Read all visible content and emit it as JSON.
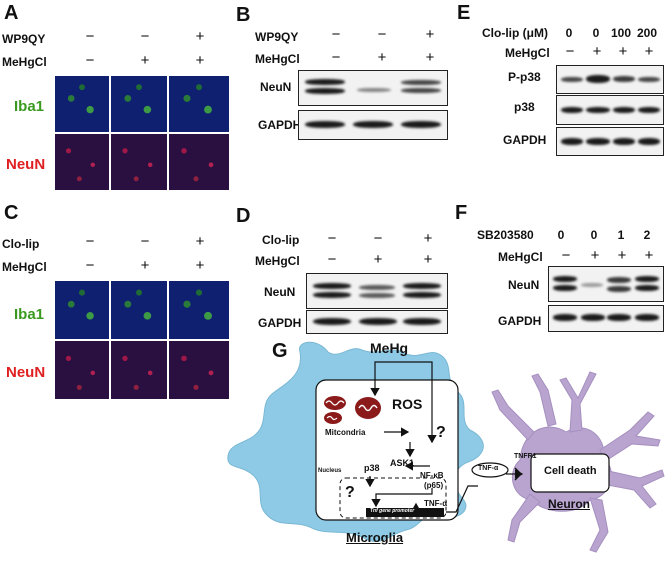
{
  "panels": {
    "A": {
      "label": "A",
      "rows": [
        {
          "name": "WP9QY",
          "signs": [
            "−",
            "−",
            "+"
          ]
        },
        {
          "name": "MeHgCl",
          "signs": [
            "−",
            "+",
            "+"
          ]
        }
      ],
      "image_rows": [
        "Iba1",
        "NeuN"
      ]
    },
    "B": {
      "label": "B",
      "rows": [
        {
          "name": "WP9QY",
          "signs": [
            "−",
            "−",
            "+"
          ]
        },
        {
          "name": "MeHgCl",
          "signs": [
            "−",
            "+",
            "+"
          ]
        }
      ],
      "blots": [
        "NeuN",
        "GAPDH"
      ]
    },
    "C": {
      "label": "C",
      "rows": [
        {
          "name": "Clo-lip",
          "signs": [
            "−",
            "−",
            "+"
          ]
        },
        {
          "name": "MeHgCl",
          "signs": [
            "−",
            "+",
            "+"
          ]
        }
      ],
      "image_rows": [
        "Iba1",
        "NeuN"
      ]
    },
    "D": {
      "label": "D",
      "rows": [
        {
          "name": "Clo-lip",
          "signs": [
            "−",
            "−",
            "+"
          ]
        },
        {
          "name": "MeHgCl",
          "signs": [
            "−",
            "+",
            "+"
          ]
        }
      ],
      "blots": [
        "NeuN",
        "GAPDH"
      ]
    },
    "E": {
      "label": "E",
      "rows": [
        {
          "name": "Clo-lip (μM)",
          "signs": [
            "0",
            "0",
            "100",
            "200"
          ]
        },
        {
          "name": "MeHgCl",
          "signs": [
            "−",
            "+",
            "+",
            "+"
          ]
        }
      ],
      "blots": [
        "P-p38",
        "p38",
        "GAPDH"
      ]
    },
    "F": {
      "label": "F",
      "rows": [
        {
          "name": "SB203580",
          "signs": [
            "0",
            "0",
            "1",
            "2"
          ]
        },
        {
          "name": "MeHgCl",
          "signs": [
            "−",
            "+",
            "+",
            "+"
          ]
        }
      ],
      "blots": [
        "NeuN",
        "GAPDH"
      ]
    },
    "G": {
      "label": "G",
      "mehg": "MeHg",
      "mitochondria": "Mitcondria",
      "ros": "ROS",
      "q1": "?",
      "q2": "?",
      "ask1": "ASK1",
      "p38": "p38",
      "nfkb1": "NF-κB",
      "nfkb2": "(p65)",
      "nucleus": "Nucleus",
      "promoter": "Tnf gene promoter",
      "tnf_inner": "TNF-α",
      "tnf_out": "TNF-α",
      "tnfr1": "TNFR1",
      "cell_death": "Cell death",
      "microglia": "Microglia",
      "neuron": "Neuron"
    }
  },
  "colors": {
    "microglia_fill": "#8ecae6",
    "neuron_fill": "#b9a3cf",
    "iba1_text": "#3a9a20",
    "neun_text": "#e02020"
  }
}
